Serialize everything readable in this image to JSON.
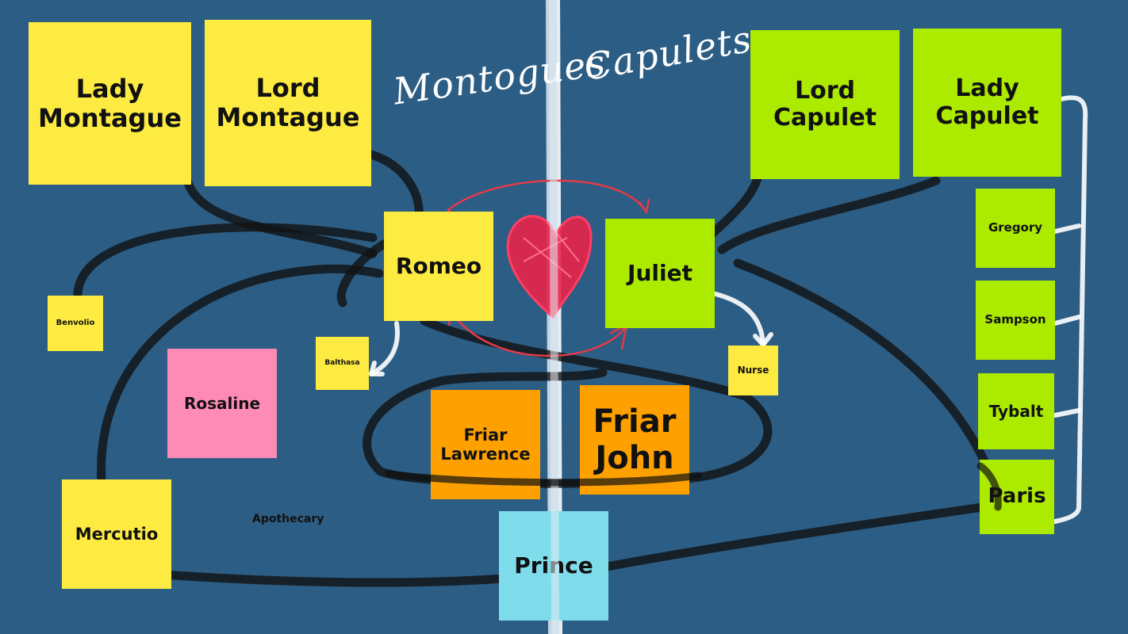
{
  "headings": {
    "montagues": "Montogues",
    "capulets": "Capulets"
  },
  "notes": {
    "lady_montague": "Lady\nMontague",
    "lord_montague": "Lord\nMontague",
    "lord_capulet": "Lord\nCapulet",
    "lady_capulet": "Lady\nCapulet",
    "romeo": "Romeo",
    "juliet": "Juliet",
    "benvolio": "Benvolio",
    "rosaline": "Rosaline",
    "balthasa": "Balthasa",
    "nurse": "Nurse",
    "gregory": "Gregory",
    "sampson": "Sampson",
    "tybalt": "Tybalt",
    "paris": "Paris",
    "friar_lawrence": "Friar\nLawrence",
    "friar_john": "Friar\nJohn",
    "mercutio": "Mercutio",
    "apothecary": "Apothecary",
    "prince": "Prince"
  },
  "colors": {
    "background": "#2c5d84",
    "montague_notes": "#fdeb42",
    "capulet_notes": "#acea00",
    "rosaline_note": "#fd8bb6",
    "friar_notes": "#fda000",
    "prince_note": "#7fdcea",
    "heart": "#e8234a",
    "ink": "#111111"
  }
}
